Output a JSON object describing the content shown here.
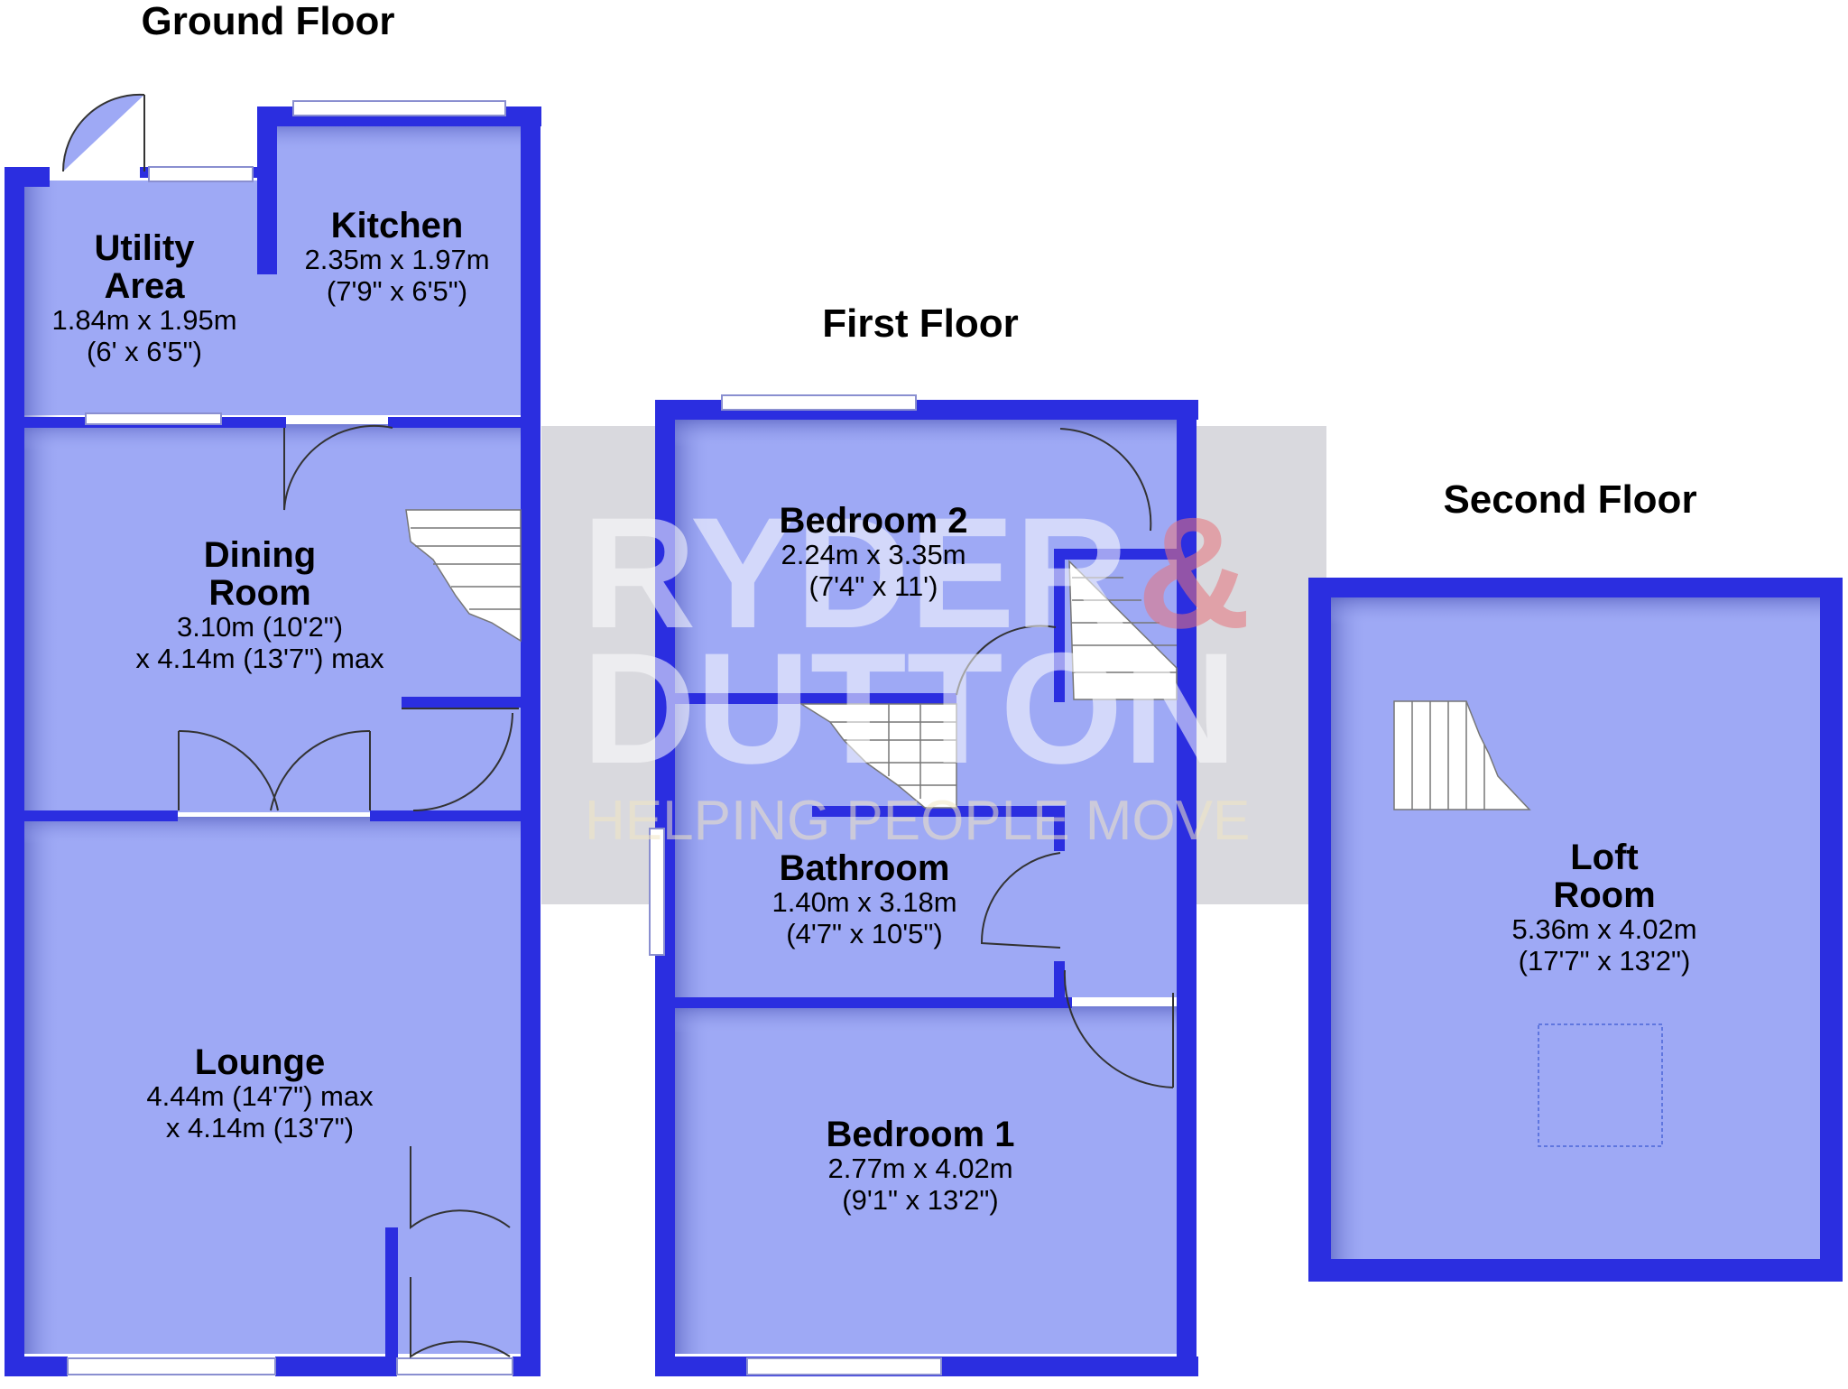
{
  "colors": {
    "wall": "#2b2ee0",
    "wall_dark": "#1f20b8",
    "floor": "#9ea9f5",
    "floor_shadow": "#7d87d8",
    "door_swing": "#444444",
    "stair": "#ffffff",
    "watermark_bg": "#d8d8dd",
    "watermark_text": "#ffffff",
    "watermark_accent": "#e7747c",
    "watermark_tagline": "#f2e6c4"
  },
  "floors": {
    "ground": {
      "title": "Ground Floor"
    },
    "first": {
      "title": "First Floor"
    },
    "second": {
      "title": "Second Floor"
    }
  },
  "rooms": {
    "utility": {
      "name_lines": [
        "Utility",
        "Area"
      ],
      "dims": [
        "1.84m x 1.95m",
        "(6' x 6'5\")"
      ]
    },
    "kitchen": {
      "name_lines": [
        "Kitchen"
      ],
      "dims": [
        "2.35m x 1.97m",
        "(7'9\" x 6'5\")"
      ]
    },
    "dining": {
      "name_lines": [
        "Dining",
        "Room"
      ],
      "dims": [
        "3.10m (10'2\")",
        "x 4.14m (13'7\") max"
      ]
    },
    "lounge": {
      "name_lines": [
        "Lounge"
      ],
      "dims": [
        "4.44m (14'7\") max",
        "x 4.14m (13'7\")"
      ]
    },
    "bedroom2": {
      "name_lines": [
        "Bedroom 2"
      ],
      "dims": [
        "2.24m x 3.35m",
        "(7'4\" x 11')"
      ]
    },
    "bathroom": {
      "name_lines": [
        "Bathroom"
      ],
      "dims": [
        "1.40m x 3.18m",
        "(4'7\" x 10'5\")"
      ]
    },
    "bedroom1": {
      "name_lines": [
        "Bedroom 1"
      ],
      "dims": [
        "2.77m x 4.02m",
        "(9'1\" x 13'2\")"
      ]
    },
    "loft": {
      "name_lines": [
        "Loft",
        "Room"
      ],
      "dims": [
        "5.36m x 4.02m",
        "(17'7\" x 13'2\")"
      ]
    }
  },
  "watermark": {
    "brand_part1": "RYDER",
    "brand_amp": "&",
    "brand_part2": "DUTTON",
    "tagline": "HELPING PEOPLE MOVE"
  }
}
